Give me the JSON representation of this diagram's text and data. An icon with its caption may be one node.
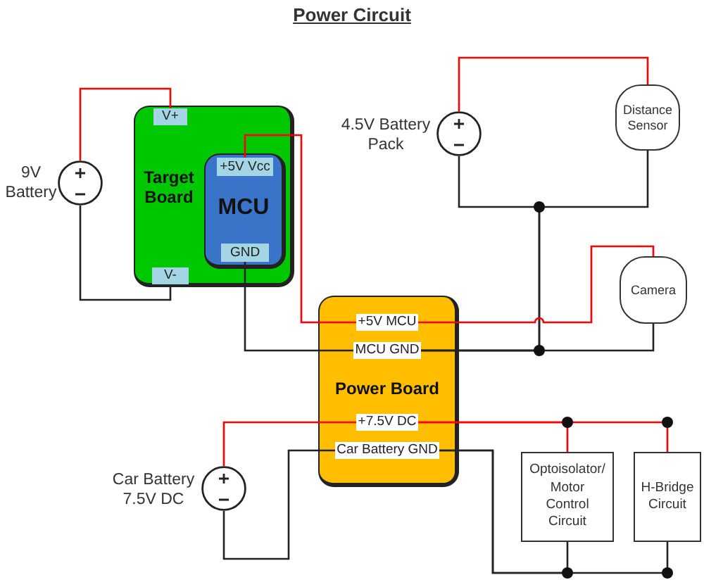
{
  "diagram": {
    "title": "Power Circuit",
    "nodes": [
      {
        "text": [
          "Target Board"
        ]
      },
      {
        "text": [
          "V+"
        ],
        "in": 0
      },
      {
        "text": [
          "MCU"
        ],
        "in": 0
      },
      {
        "text": [
          "+5V Vcc"
        ],
        "in": 2
      },
      {
        "text": [
          "GND"
        ],
        "in": 2
      },
      {
        "text": [
          "V-"
        ],
        "in": 0
      },
      {
        "text": [],
        "shape": "circle",
        "beside": [
          "9V Battery"
        ]
      },
      {
        "text": [],
        "shape": "circle",
        "beside": [
          "4.5V Battery Pack"
        ]
      },
      {
        "text": [
          "Distance Sensor"
        ]
      },
      {
        "text": [
          "Camera"
        ]
      },
      {
        "text": [
          "Power Board"
        ]
      },
      {
        "text": [
          "+5V MCU"
        ],
        "in": 10
      },
      {
        "text": [
          "MCU GND"
        ],
        "in": 10
      },
      {
        "text": [
          "+7.5V DC"
        ],
        "in": 10
      },
      {
        "text": [
          "Car Battery GND"
        ],
        "in": 10
      },
      {
        "text": [],
        "shape": "circle",
        "beside": [
          "Car Battery 7.5V DC"
        ]
      },
      {
        "text": [
          "Optoisolator/ Motor Control Circuit"
        ]
      },
      {
        "text": [
          "H-Bridge Circuit"
        ]
      }
    ],
    "edges": [
      {
        "from": 6,
        "to": 1,
        "arrow": "none",
        "color": "#ff0000"
      },
      {
        "from": 6,
        "to": 5,
        "arrow": "none"
      },
      {
        "from": 3,
        "to": 11,
        "arrow": "none",
        "color": "#ff0000"
      },
      {
        "from": 4,
        "to": 12,
        "arrow": "none"
      },
      {
        "from": 7,
        "to": 8,
        "arrow": "none",
        "color": "#ff0000"
      },
      {
        "from": 12,
        "to": 7,
        "arrow": "none"
      },
      {
        "from": 12,
        "to": 8,
        "arrow": "none"
      },
      {
        "from": 11,
        "to": 9,
        "arrow": "none",
        "color": "#ff0000"
      },
      {
        "from": 12,
        "to": 9,
        "arrow": "none"
      },
      {
        "from": 15,
        "to": 13,
        "arrow": "none",
        "color": "#ff0000"
      },
      {
        "from": 15,
        "to": 14,
        "arrow": "none"
      },
      {
        "from": 13,
        "to": 16,
        "arrow": "none",
        "color": "#ff0000"
      },
      {
        "from": 13,
        "to": 17,
        "arrow": "none",
        "color": "#ff0000"
      },
      {
        "from": 14,
        "to": 16,
        "arrow": "none"
      },
      {
        "from": 14,
        "to": 17,
        "arrow": "none"
      }
    ]
  }
}
